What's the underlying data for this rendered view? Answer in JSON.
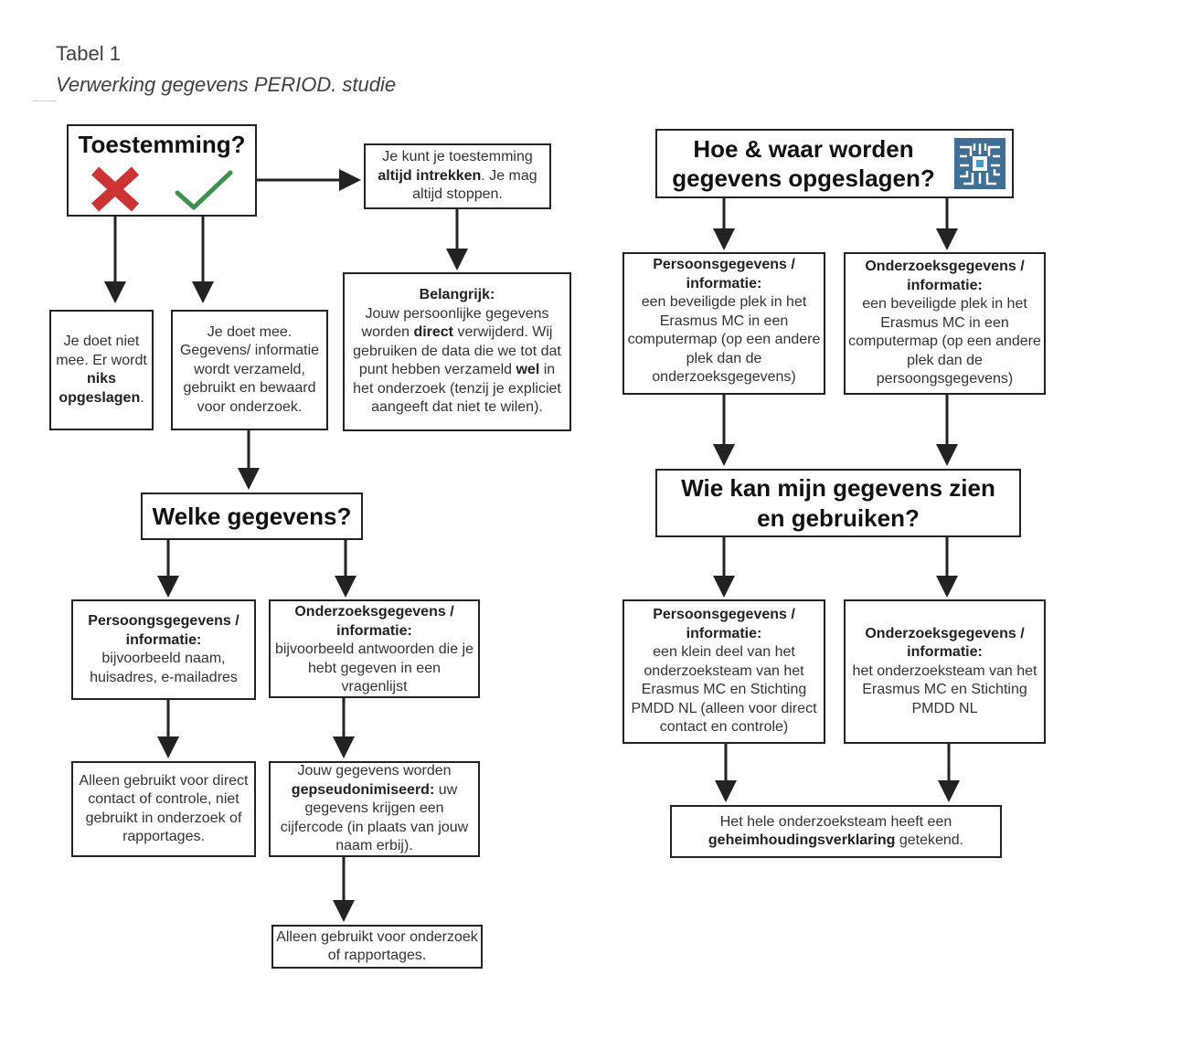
{
  "caption": {
    "title": "Tabel 1",
    "subtitle": "Verwerking gegevens PERIOD. studie"
  },
  "colors": {
    "cross": "#cc3333",
    "check": "#3f8f4f",
    "chip_icon": "#3f6f95",
    "border": "#222222"
  },
  "left": {
    "toestemming": {
      "title": "Toestemming?",
      "no_icon": "cross-icon",
      "yes_icon": "check-icon"
    },
    "intrekken": {
      "pre": "Je kunt je toestemming",
      "bold": "altijd intrekken",
      "post": ". Je mag altijd stoppen."
    },
    "belangrijk": {
      "heading": "Belangrijk:",
      "t1": "Jouw persoonlijke gegevens worden ",
      "b1": "direct",
      "t2": " verwijderd. Wij gebruiken de data die we tot dat punt hebben verzameld ",
      "b2": "wel",
      "t3": " in het onderzoek (tenzij je expliciet aangeeft dat niet te wilen)."
    },
    "niet_mee": {
      "pre": "Je doet niet mee. Er wordt ",
      "bold1": "niks",
      "bold2": "opgeslagen",
      "post": "."
    },
    "doe_mee": {
      "text": "Je doet mee. Gegevens/ informatie wordt verzameld, gebruikt en bewaard voor onderzoek."
    },
    "welke": {
      "title": "Welke gegevens?"
    },
    "persoons": {
      "heading": "Persoongsgegevens / informatie:",
      "text": "bijvoorbeeld naam, huisadres, e-mailadres"
    },
    "onderzoeks": {
      "heading": "Onderzoeksgegevens / informatie:",
      "text": "bijvoorbeeld antwoorden die je hebt gegeven in een vragenlijst"
    },
    "alleen_contact": {
      "text": "Alleen gebruikt voor direct contact of controle, niet gebruikt in onderzoek of rapportages."
    },
    "pseudo": {
      "pre": "Jouw gegevens worden",
      "bold": "gepseudonimiseerd:",
      "post": " uw gegevens krijgen een cijfercode (in plaats van jouw naam erbij)."
    },
    "alleen_onderzoek": {
      "text": "Alleen gebruikt voor onderzoek of rapportages."
    }
  },
  "right": {
    "hoe": {
      "title": "Hoe & waar worden gegevens opgeslagen?",
      "icon": "circuit-chip-icon"
    },
    "persoons_opslag": {
      "heading": "Persoonsgegevens / informatie:",
      "text": "een beveiligde plek in het Erasmus MC in een computermap (op een andere plek dan de onderzoeksgegevens)"
    },
    "onderzoeks_opslag": {
      "heading": "Onderzoeksgegevens / informatie:",
      "text": "een beveiligde plek in het Erasmus MC in een computermap (op een andere plek dan de persoongsgegevens)"
    },
    "wie": {
      "title": "Wie kan mijn gegevens zien en gebruiken?"
    },
    "persoons_wie": {
      "heading": "Persoonsgegevens / informatie:",
      "text": "een klein deel van het onderzoeksteam van het Erasmus MC en Stichting PMDD NL (alleen voor direct contact en controle)"
    },
    "onderzoeks_wie": {
      "heading": "Onderzoeksgegevens / informatie:",
      "text": "het onderzoeksteam van het Erasmus MC en Stichting PMDD NL"
    },
    "geheim": {
      "pre": "Het hele onderzoeksteam heeft een ",
      "bold": "geheimhoudingsverklaring",
      "post": " getekend."
    }
  }
}
